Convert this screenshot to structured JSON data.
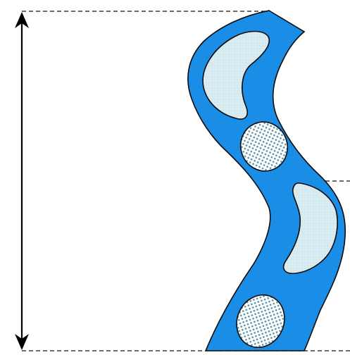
{
  "diagram": {
    "colors": {
      "channel_fill": "#1a8ee6",
      "outline": "#0b0b0b",
      "inclusion_fill": "#d9ecf2",
      "inclusion_stipple": "#b4cbd6",
      "dot_fill": "#5b93a6",
      "dot_blob_bg": "#ffffff",
      "guide_line": "#111111",
      "arrow": "#000000"
    },
    "shapes": {
      "channel": "meandering-band",
      "light_inclusions": 2,
      "dotted_inclusions": 2
    },
    "annotations": {
      "vertical_arrow": "double-headed",
      "guides": "dashed"
    }
  }
}
